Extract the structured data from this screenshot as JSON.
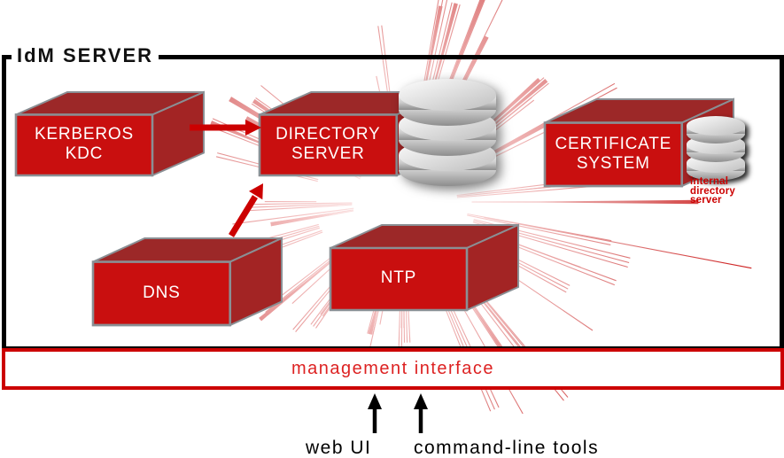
{
  "title": "IdM SERVER",
  "boxes": {
    "kerberos": {
      "label": "KERBEROS\nKDC"
    },
    "directory": {
      "label": "DIRECTORY\nSERVER"
    },
    "certificate": {
      "label": "CERTIFICATE\nSYSTEM"
    },
    "dns": {
      "label": "DNS"
    },
    "ntp": {
      "label": "NTP"
    }
  },
  "databases": {
    "directory_db": {
      "icon": "database-icon"
    },
    "internal_db": {
      "icon": "database-icon",
      "label": "internal\ndirectory\nserver"
    }
  },
  "management_bar": {
    "label": "management interface"
  },
  "access": {
    "web_ui_label": "web UI",
    "cli_label": "command-line tools"
  },
  "colors": {
    "box_front": "#c90f0f",
    "box_top": "#9c2828",
    "box_side": "#a32424",
    "box_border": "#8a8f94",
    "box_text": "#ffffff",
    "frame": "#000000",
    "bar_border": "#cc0000",
    "bar_text": "#dd2222",
    "ray": "#c80000",
    "arrow_red": "#cc0000",
    "arrow_black": "#000000",
    "internal_label": "#cc0000"
  }
}
